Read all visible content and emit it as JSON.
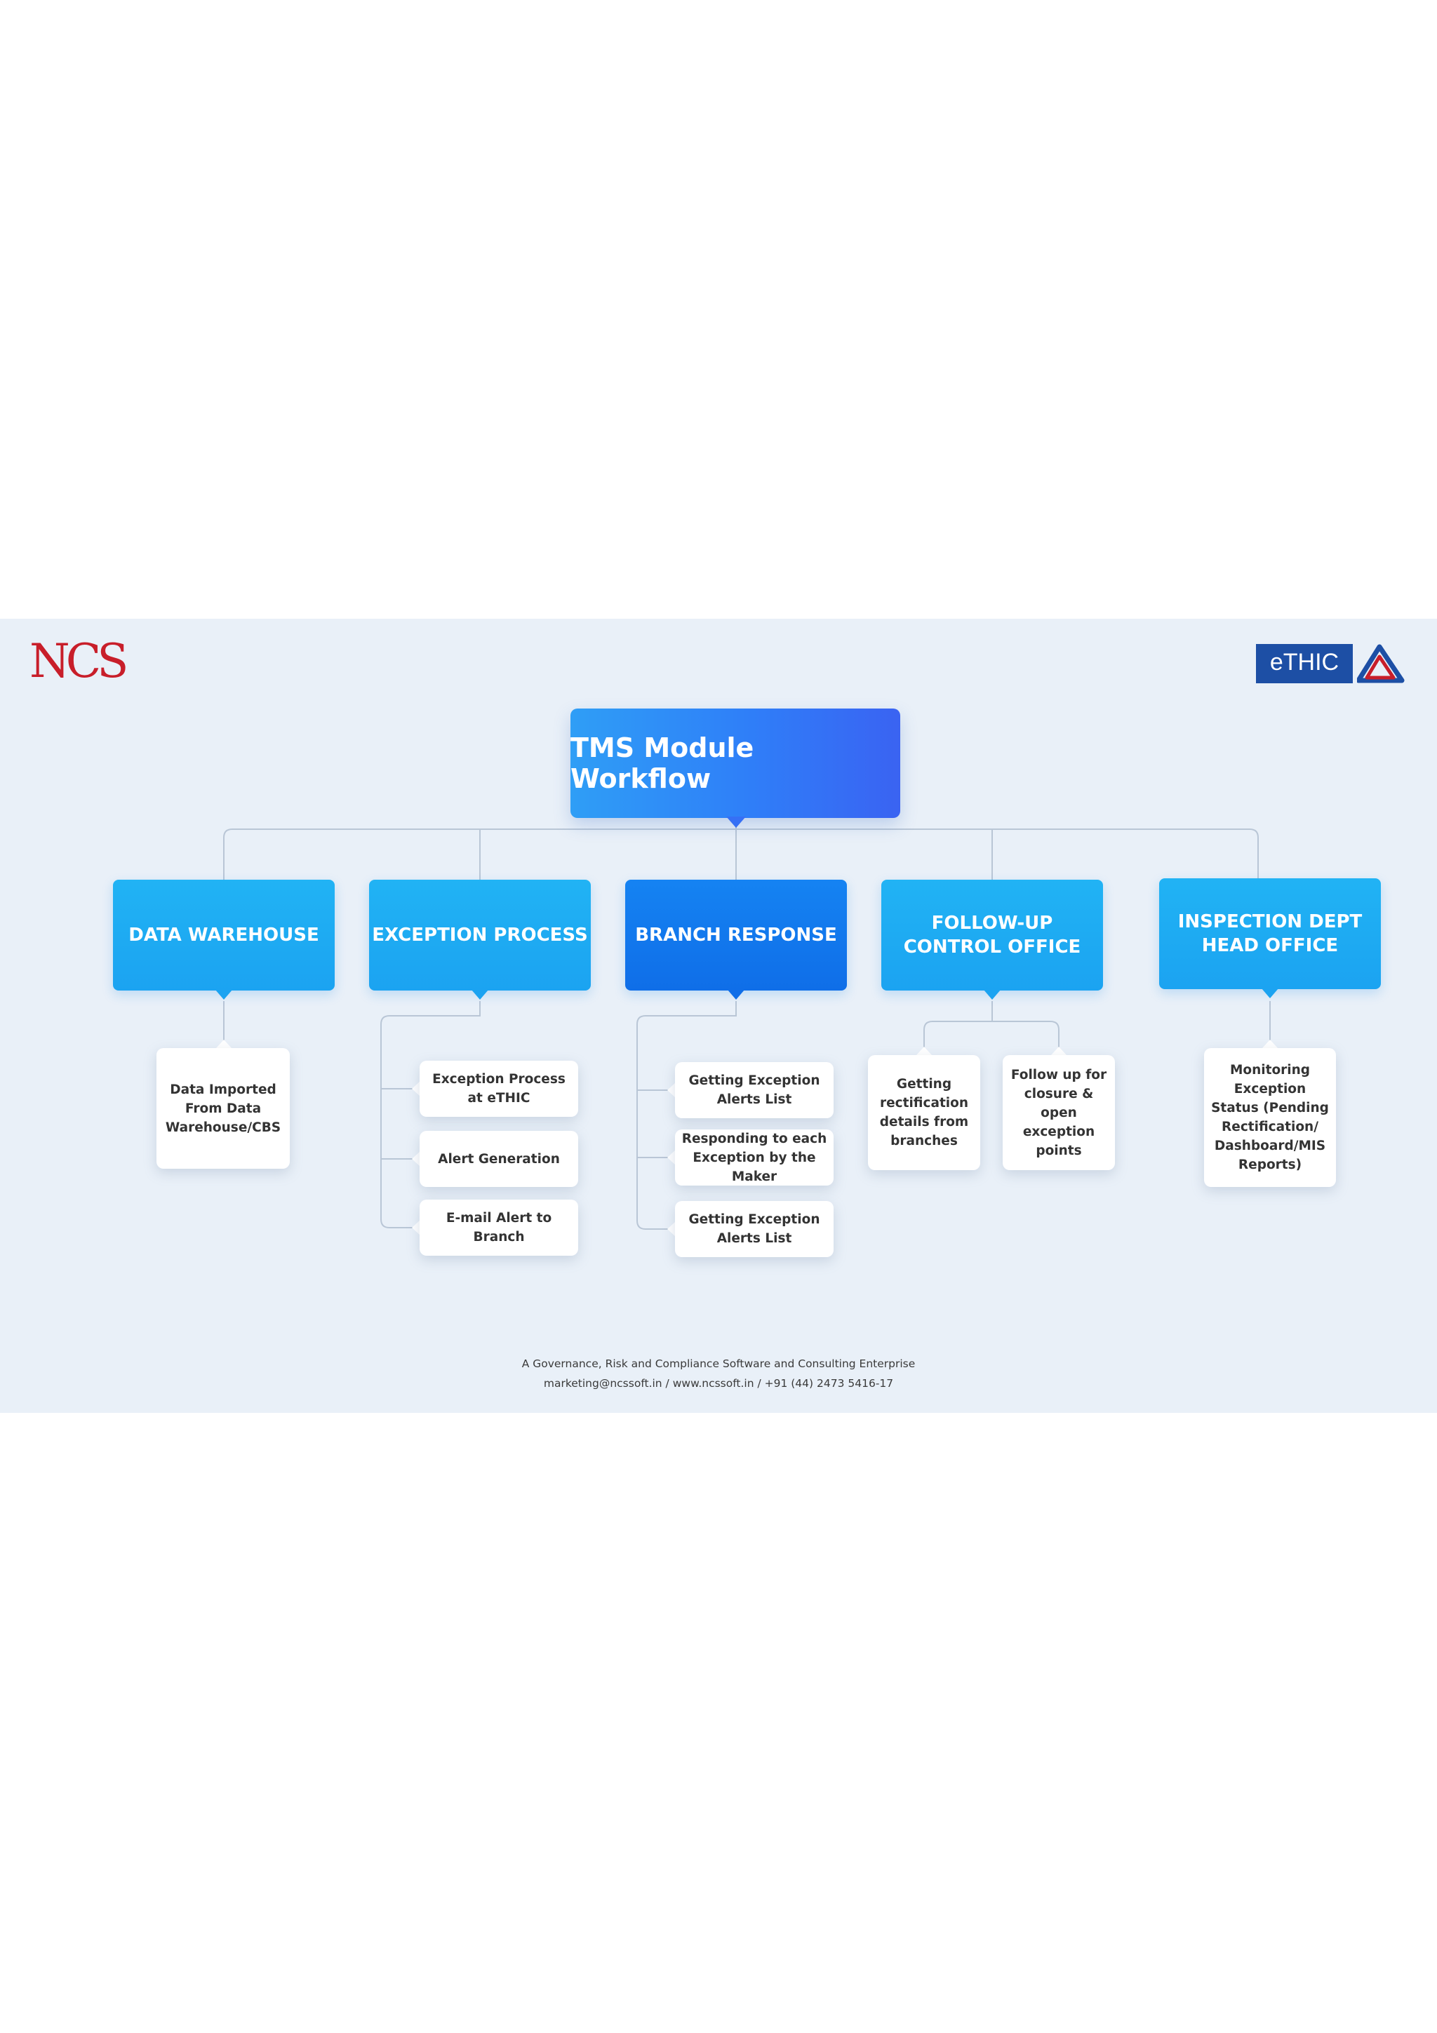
{
  "brand": {
    "left_logo": "NCS",
    "right_logo": "eTHIC"
  },
  "title": "TMS Module Workflow",
  "categories": [
    {
      "label": "DATA WAREHOUSE"
    },
    {
      "label": "EXCEPTION PROCESS"
    },
    {
      "label": "BRANCH RESPONSE"
    },
    {
      "label": "FOLLOW-UP CONTROL OFFICE"
    },
    {
      "label": "INSPECTION DEPT HEAD OFFICE"
    }
  ],
  "steps": {
    "data_warehouse": [
      "Data Imported From Data Warehouse/CBS"
    ],
    "exception_process": [
      "Exception Process at eTHIC",
      "Alert Generation",
      "E-mail Alert to Branch"
    ],
    "branch_response": [
      "Getting Exception Alerts List",
      "Responding to each Exception by the Maker",
      "Getting Exception Alerts List"
    ],
    "follow_up": [
      "Getting rectification details from branches",
      "Follow up for closure & open exception points"
    ],
    "inspection": [
      "Monitoring Exception Status (Pending Rectification/ Dashboard/MIS Reports)"
    ]
  },
  "footer": {
    "tagline": "A Governance, Risk and Compliance Software and Consulting Enterprise",
    "contact": "marketing@ncssoft.in / www.ncssoft.in / +91 (44) 2473 5416-17"
  },
  "colors": {
    "panel_bg": "#e9f0f8",
    "title_gradient": [
      "#2f9ef6",
      "#3a63f2"
    ],
    "category": "#1ba3f1",
    "category_highlight": "#0f6ee8",
    "connector": "#b9c6d6",
    "ncs_red": "#c81e2a",
    "ethic_blue": "#1d4fa5"
  }
}
